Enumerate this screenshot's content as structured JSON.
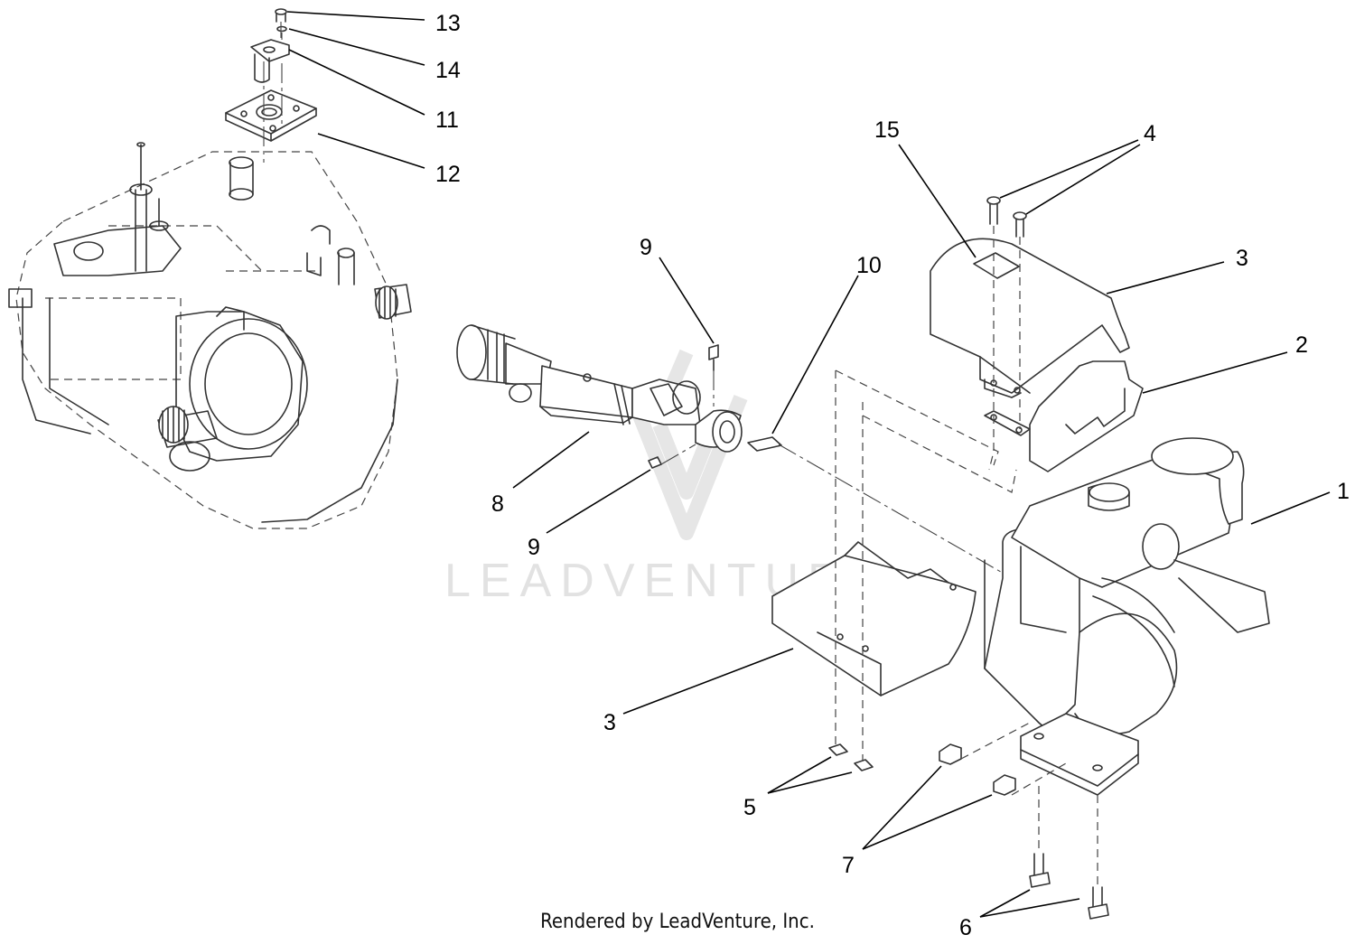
{
  "watermark": {
    "text": "LEADVENTURE"
  },
  "callouts": {
    "c1": "1",
    "c2": "2",
    "c3a": "3",
    "c3b": "3",
    "c4": "4",
    "c5": "5",
    "c6": "6",
    "c7": "7",
    "c8": "8",
    "c9a": "9",
    "c9b": "9",
    "c10": "10",
    "c11": "11",
    "c12": "12",
    "c13": "13",
    "c14": "14",
    "c15": "15"
  },
  "footer": {
    "credit": "Rendered by LeadVenture, Inc."
  }
}
